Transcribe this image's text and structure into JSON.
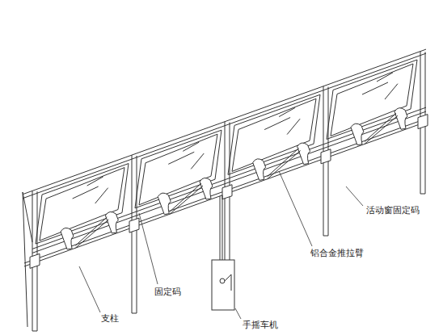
{
  "diagram": {
    "labels": [
      "活动窗固定码",
      "铝合金推拉臂",
      "固定码",
      "支柱",
      "手摇车机"
    ]
  }
}
